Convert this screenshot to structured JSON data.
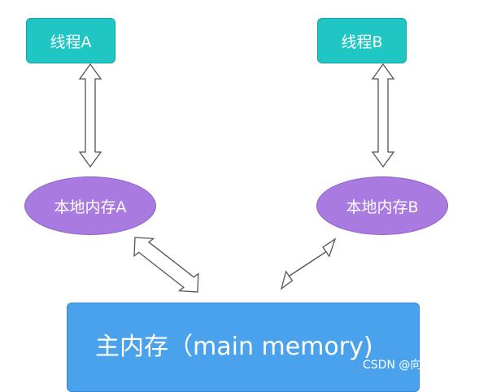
{
  "thread_a": {
    "label": "线程A"
  },
  "thread_b": {
    "label": "线程B"
  },
  "local_memory_a": {
    "label": "本地内存A"
  },
  "local_memory_b": {
    "label": "本地内存B"
  },
  "main_memory": {
    "label": "主内存（main memory)"
  },
  "watermark": {
    "text": "CSDN @向上的狼"
  },
  "colors": {
    "thread": "#1fc6c4",
    "local_memory": "#a97be0",
    "main_memory": "#4aa1ec",
    "arrow_outline": "#555555"
  }
}
